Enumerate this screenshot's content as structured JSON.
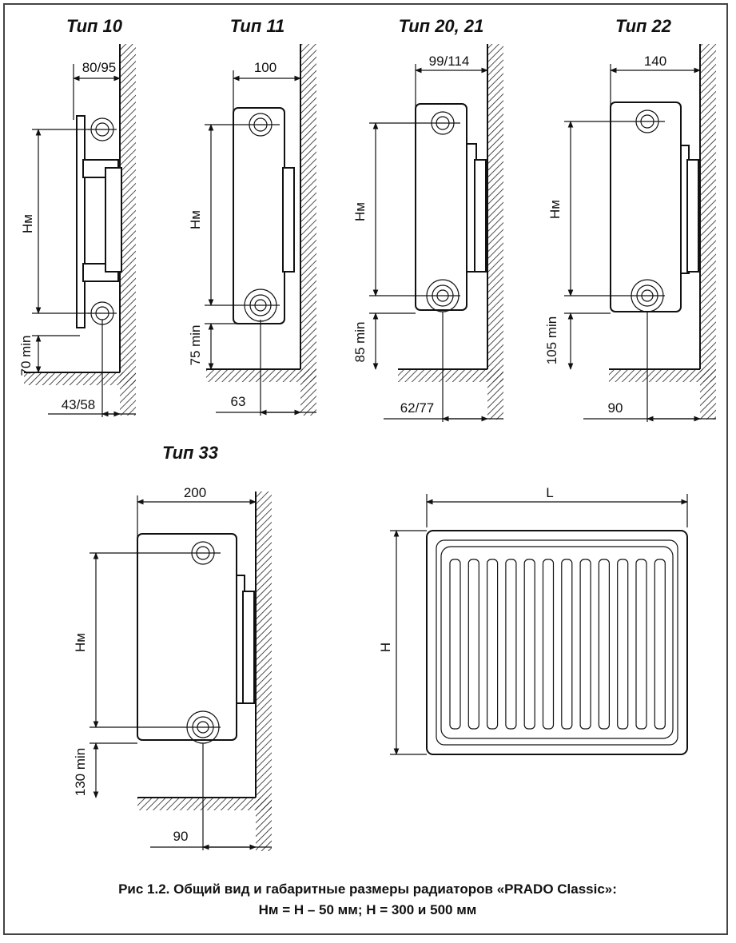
{
  "figures": [
    {
      "title": "Тип 10",
      "width_dim": "80/95",
      "height_dim": "Нм",
      "min_dim": "70 min",
      "offset_dim": "43/58"
    },
    {
      "title": "Тип 11",
      "width_dim": "100",
      "height_dim": "Нм",
      "min_dim": "75 min",
      "offset_dim": "63"
    },
    {
      "title": "Тип 20, 21",
      "width_dim": "99/114",
      "height_dim": "Нм",
      "min_dim": "85 min",
      "offset_dim": "62/77"
    },
    {
      "title": "Тип 22",
      "width_dim": "140",
      "height_dim": "Нм",
      "min_dim": "105 min",
      "offset_dim": "90"
    },
    {
      "title": "Тип 33",
      "width_dim": "200",
      "height_dim": "Нм",
      "min_dim": "130 min",
      "offset_dim": "90"
    }
  ],
  "front_view": {
    "length_label": "L",
    "height_label": "H"
  },
  "caption": {
    "line1": "Рис 1.2. Общий вид и габаритные размеры радиаторов «PRADO Classic»:",
    "line2": "Нм = Н – 50 мм; Н = 300 и 500 мм"
  }
}
